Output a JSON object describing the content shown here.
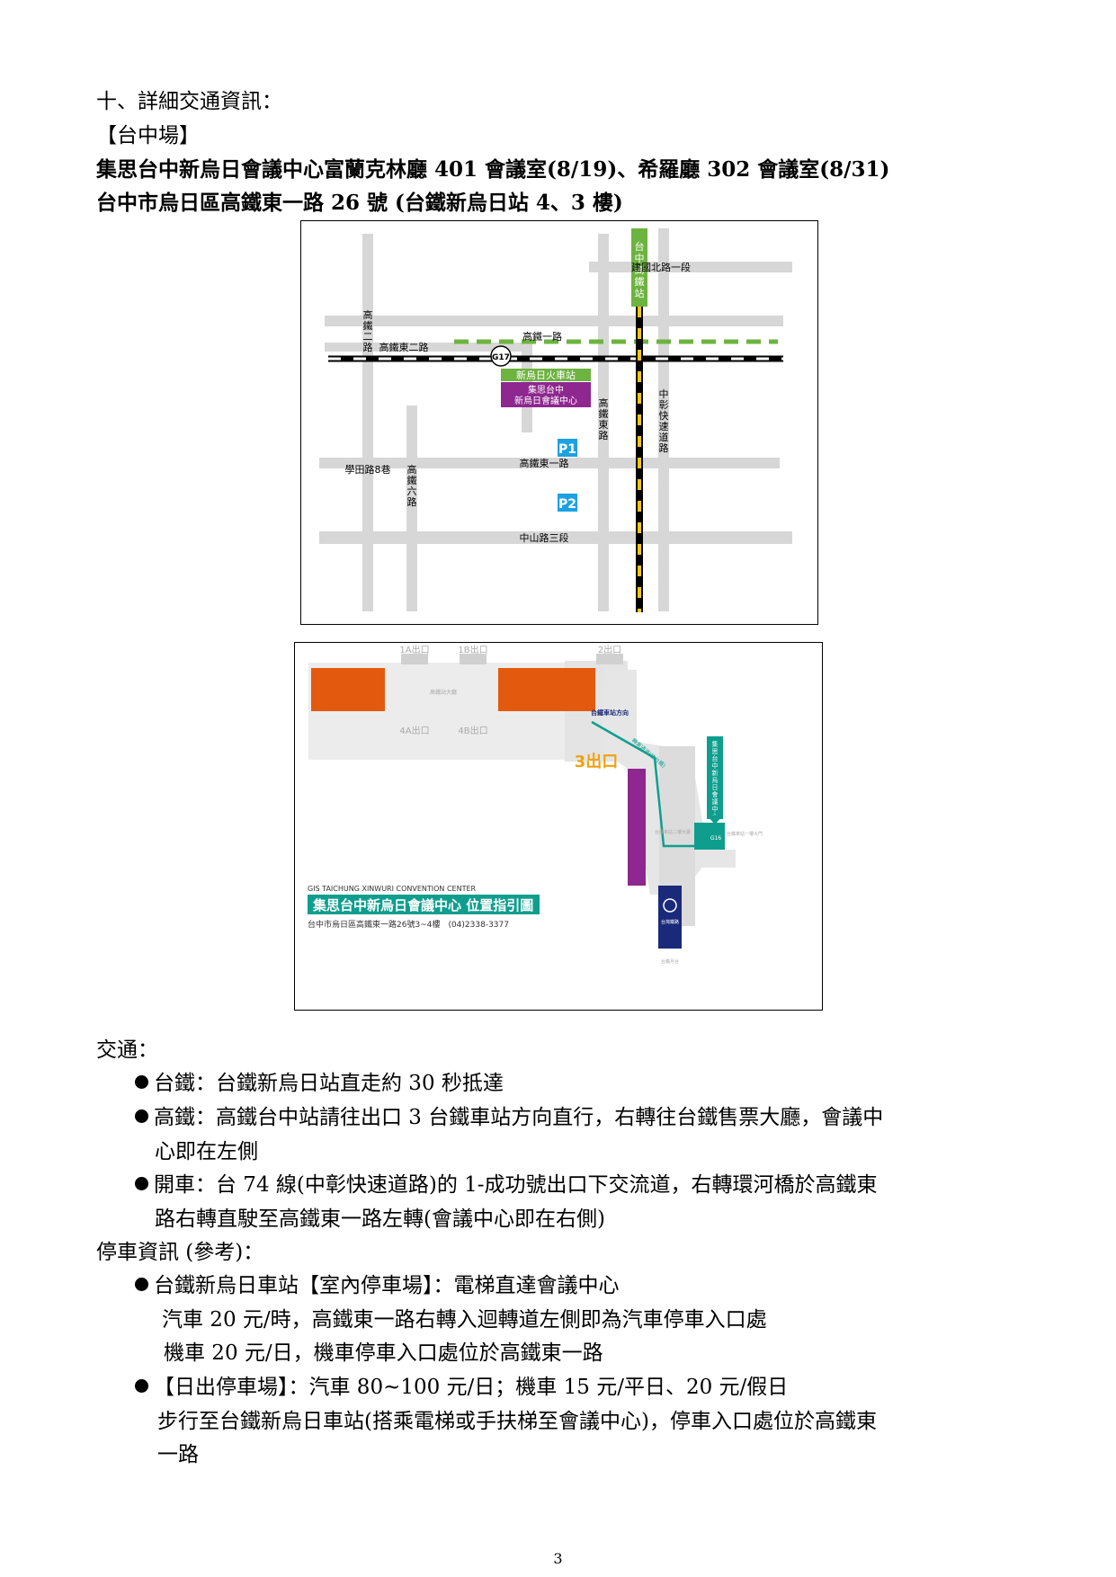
{
  "heading": {
    "section": "十、詳細交通資訊：",
    "venue_group": "【台中場】",
    "venue_name": "集思台中新烏日會議中心富蘭克林廳 401 會議室(8/19)、希羅廳 302 會議室(8/31)",
    "address": "台中市烏日區高鐵東一路 26 號 (台鐵新烏日站 4、3 樓)"
  },
  "map1": {
    "road_jianguo_north": "建國北路一段",
    "road_gaotie_1": "高鐵一路",
    "road_gaotie_2": "高鐵二路",
    "road_gaotie_east_2": "高鐵東二路",
    "road_gaotie_6": "高鐵六路",
    "road_gaotie_east": "高鐵東路",
    "road_zhongzhang": "中彰快速道路",
    "road_xuetian": "學田路8巷",
    "road_gaotie_east_1": "高鐵東一路",
    "road_zhongshan": "中山路三段",
    "hsr_station": "台中高鐵站",
    "mrt_code": "G17",
    "tra_station": "新烏日火車站",
    "venue_line1": "集思台中",
    "venue_line2": "新烏日會議中心",
    "p1": "P1",
    "p2": "P2",
    "colors": {
      "hsr": "#6db33f",
      "venue": "#8e278f",
      "parking": "#1da1e0",
      "rail": "#f2c80f"
    }
  },
  "map2": {
    "exit_1a": "1A出口",
    "exit_1b": "1B出口",
    "exit_2": "2出口",
    "exit_4a": "4A出口",
    "exit_4b": "4B出口",
    "exit_3": "3出口",
    "hall_label": "高鐵站大廳",
    "tra_direction": "台鐵車站方向",
    "walkway": "轉乘通道(往台鐵)",
    "venue_vertical": "集思台中新烏日會議中心",
    "mrt_code": "G16",
    "entrance_note": "台鐵車站一樓大門",
    "center_note": "台鐵車站二樓大廳",
    "tra_label": "台灣鐵路",
    "bottom_note": "台鐵月台",
    "title_en": "GIS TAICHUNG XINWURI CONVENTION CENTER",
    "title_zh": "集思台中新烏日會議中心 位置指引圖",
    "address_line": "台中市烏日區高鐵東一路26號3~4樓　(04)2338-3377",
    "colors": {
      "hsr": "#e35a0e",
      "teal": "#0f9e8e",
      "purple": "#8e278f",
      "navy": "#1a2a7a"
    }
  },
  "transport": {
    "title": "交通：",
    "tra": "台鐵：台鐵新烏日站直走約 30 秒抵達",
    "hsr_line1": "高鐵：高鐵台中站請往出口 3 台鐵車站方向直行，右轉往台鐵售票大廳，會議中",
    "hsr_line2": "心即在左側",
    "car_line1": "開車：台 74 線(中彰快速道路)的 1-成功號出口下交流道，右轉環河橋於高鐵東",
    "car_line2": "路右轉直駛至高鐵東一路左轉(會議中心即在右側)"
  },
  "parking": {
    "title": "停車資訊 (參考)：",
    "indoor_title": "台鐵新烏日車站【室內停車場】：電梯直達會議中心",
    "indoor_car": "汽車 20 元/時，高鐵東一路右轉入迴轉道左側即為汽車停車入口處",
    "indoor_moto": "機車 20 元/日，機車停車入口處位於高鐵東一路",
    "sunrise_title": "【日出停車場】：汽車 80~100 元/日；機車 15 元/平日、20 元/假日",
    "sunrise_line2": "步行至台鐵新烏日車站(搭乘電梯或手扶梯至會議中心)，停車入口處位於高鐵東",
    "sunrise_line3": "一路"
  },
  "page_number": "3"
}
